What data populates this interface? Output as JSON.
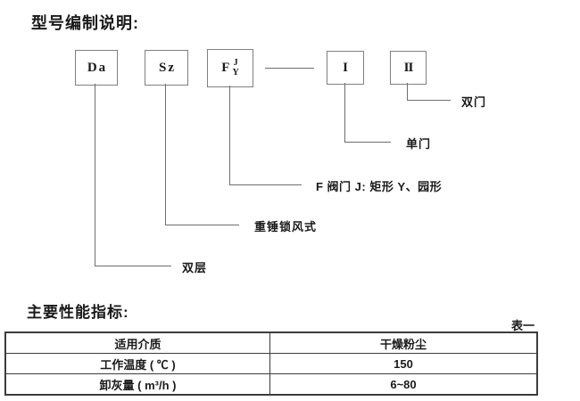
{
  "page": {
    "diagram_title": "型号编制说明:",
    "model_boxes": {
      "box1": "Da",
      "box2": "Sz",
      "box3_main": "F",
      "box3_top": "J",
      "box3_bottom": "Y",
      "box4": "I",
      "box5": "II"
    },
    "callouts": {
      "double_door": "双门",
      "single_door": "单门",
      "valve_shape": "F 阀门 J: 矩形  Y、园形",
      "lock_type": "重锤锁风式",
      "double_layer": "双层"
    },
    "performance": {
      "section_title": "主要性能指标:",
      "table_tag": "表一",
      "rows": [
        {
          "label": "适用介质",
          "value": "干燥粉尘"
        },
        {
          "label": "工作温度 ( ℃ )",
          "value": "150"
        },
        {
          "label": "卸灰量 ( m³/h )",
          "value": "6~80"
        }
      ]
    }
  }
}
